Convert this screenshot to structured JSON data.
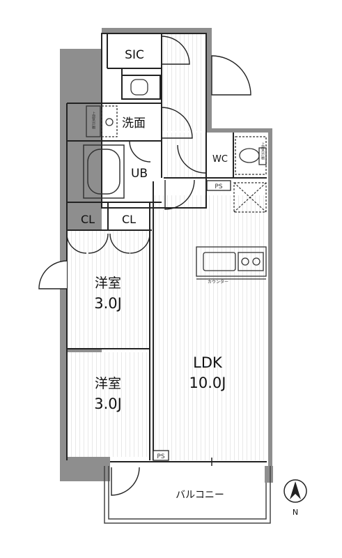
{
  "rooms": {
    "sic": "SIC",
    "washroom": "洗面",
    "bath": "UB",
    "wc": "WC",
    "closet_left": "CL",
    "closet_right": "CL",
    "bedroom_upper_name": "洋室",
    "bedroom_upper_size": "3.0J",
    "bedroom_lower_name": "洋室",
    "bedroom_lower_size": "3.0J",
    "ldk_name": "LDK",
    "ldk_size": "10.0J",
    "balcony": "バルコニー"
  },
  "fixtures": {
    "ps_upper": "PS",
    "ps_lower": "PS",
    "counter": "カウンター",
    "upper_shelf_left": "上部吊戸棚",
    "upper_shelf_right": "上部吊戸棚"
  },
  "compass": {
    "north": "N"
  },
  "colors": {
    "wall": "#8e8e8e",
    "line": "#222222",
    "floor_stripe": "#e6e6e6"
  }
}
